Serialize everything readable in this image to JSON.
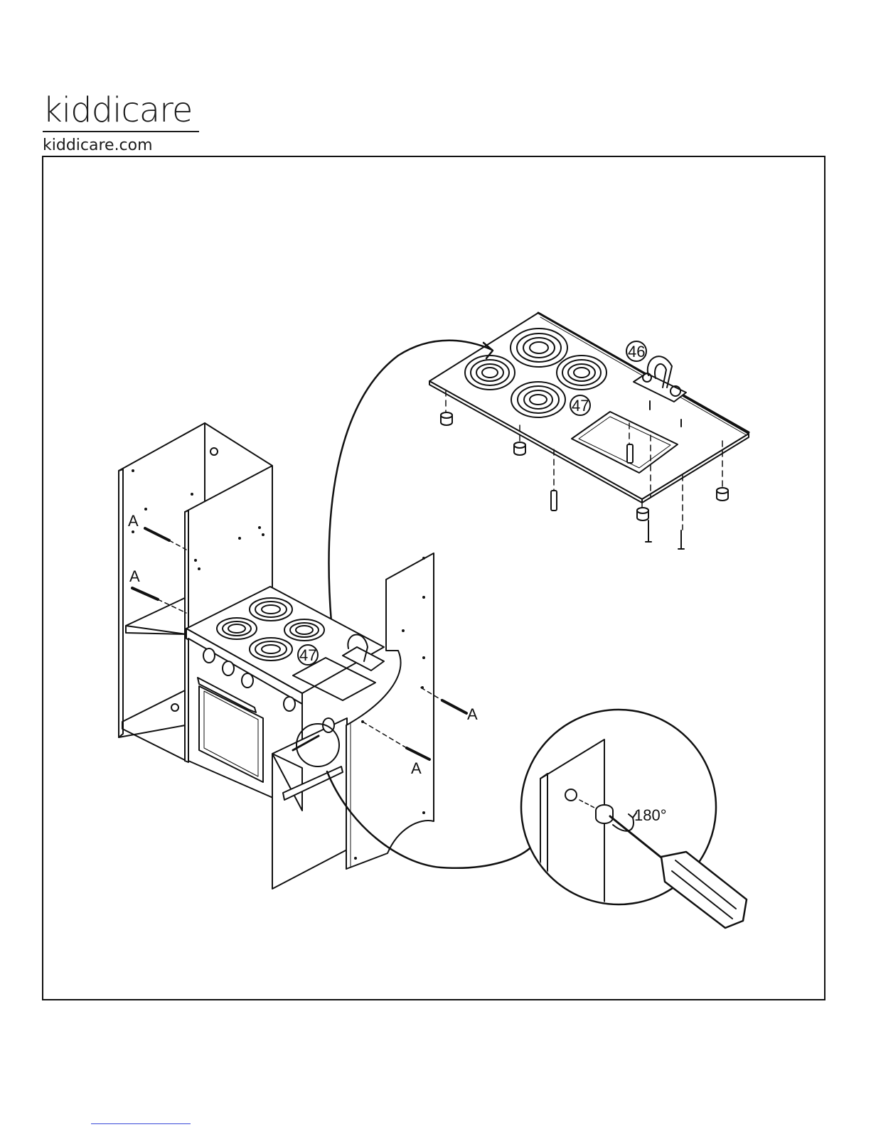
{
  "brand": {
    "name": "kiddicare",
    "url": "kiddicare.com"
  },
  "labels": {
    "part_46": "46",
    "part_47_top": "47",
    "part_47_main": "47",
    "screw_a_1": "A",
    "screw_a_2": "A",
    "screw_a_3": "A",
    "screw_a_4": "A",
    "rotation": "180°"
  }
}
